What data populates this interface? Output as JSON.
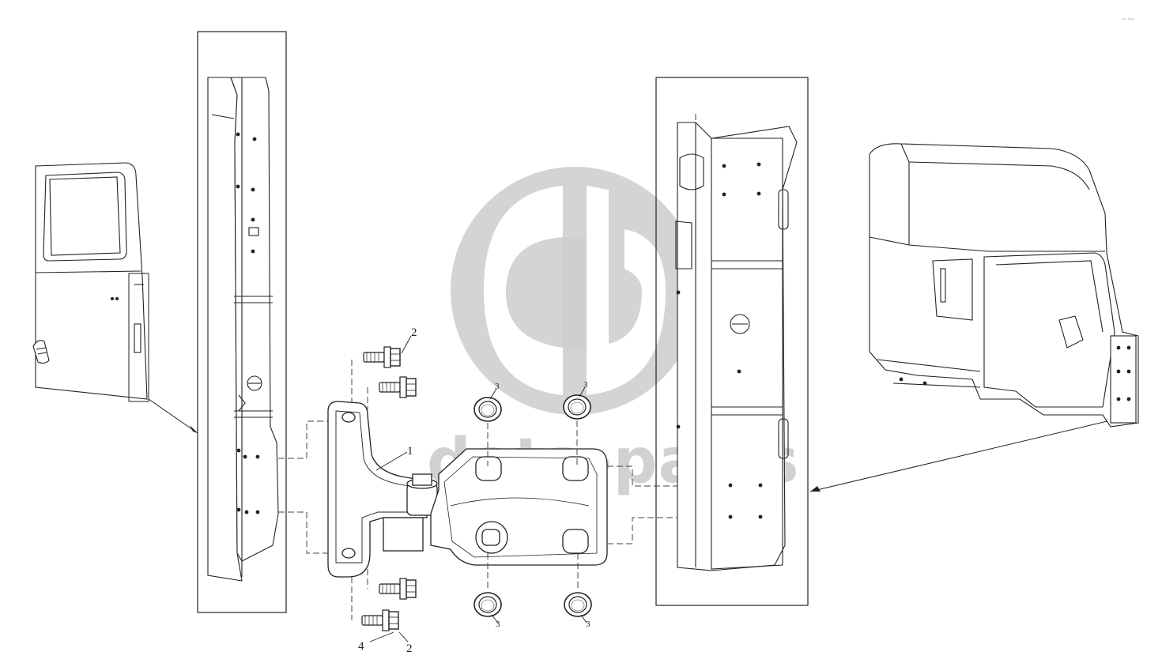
{
  "watermark": {
    "text": "data-parts",
    "color": "#c4c4c4"
  },
  "corner_mark": "ᵒᵒ ᵒᵒᵒ",
  "callouts": {
    "hinge": "1",
    "bolt": "2",
    "bushing": "3",
    "washer": "4"
  },
  "colors": {
    "line": "#222222",
    "dashed": "#444444",
    "background": "#ffffff"
  }
}
